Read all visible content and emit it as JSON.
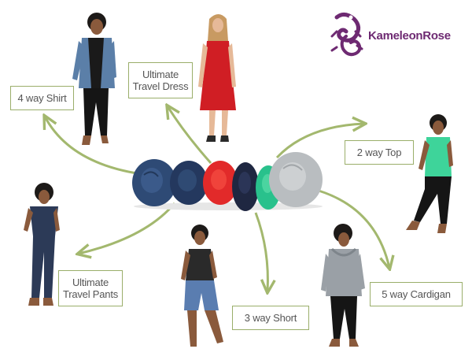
{
  "brand": {
    "name": "KameleonRose",
    "color": "#6e2a72",
    "logo_icon": "chameleon-logo"
  },
  "labels": {
    "four_way_shirt": "4 way Shirt",
    "dress_line1": "Ultimate",
    "dress_line2": "Travel Dress",
    "two_way_top": "2 way Top",
    "pants_line1": "Ultimate",
    "pants_line2": "Travel Pants",
    "three_way_short": "3 way Short",
    "five_way_cardigan": "5 way Cardigan"
  },
  "colors": {
    "label_border": "#9aae6a",
    "arrow": "#a3b86e",
    "rolls": [
      "#2e4a75",
      "#24385e",
      "#e22a2a",
      "#1f2741",
      "#29c18c",
      "#b9bdc0"
    ]
  }
}
